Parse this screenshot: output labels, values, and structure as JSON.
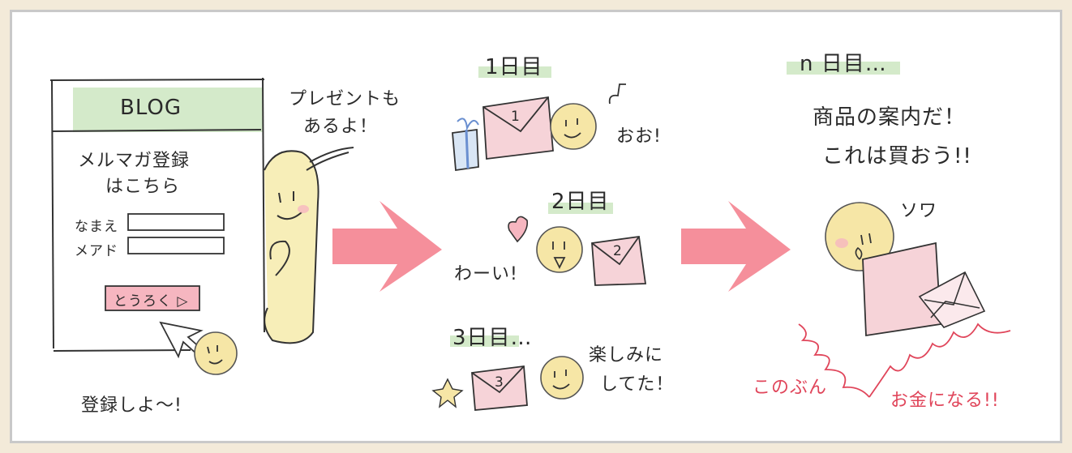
{
  "blog": {
    "header": "BLOG",
    "signup_line1": "メルマガ登録",
    "signup_line2": "はこちら",
    "name_label": "なまえ",
    "mail_label": "メアド",
    "register_button": "とうろく ▷",
    "caption": "登録しよ〜!"
  },
  "character_speech": {
    "line1": "プレゼントも",
    "line2": "あるよ！"
  },
  "day1": {
    "title": "1日目",
    "mail_number": "1",
    "reaction": "おお!"
  },
  "day2": {
    "title": "2日目",
    "mail_number": "2",
    "reaction": "わーい!"
  },
  "day3": {
    "title": "3日目…",
    "mail_number": "3",
    "reaction_line1": "楽しみに",
    "reaction_line2": "してた！"
  },
  "dayn": {
    "title": "n 日目…",
    "line1": "商品の案内だ！",
    "line2": "これは買おう!!",
    "sfx": "ソワ",
    "bottom_left": "このぶん",
    "bottom_right": "お金になる!!"
  },
  "colors": {
    "arrow": "#f26a7a",
    "highlight_green": "#cfe8c4",
    "envelope_pink": "#f6d3d8",
    "face_yellow": "#f6e6a6",
    "button_pink": "#f6b6c0",
    "money_red": "#e0455a"
  }
}
